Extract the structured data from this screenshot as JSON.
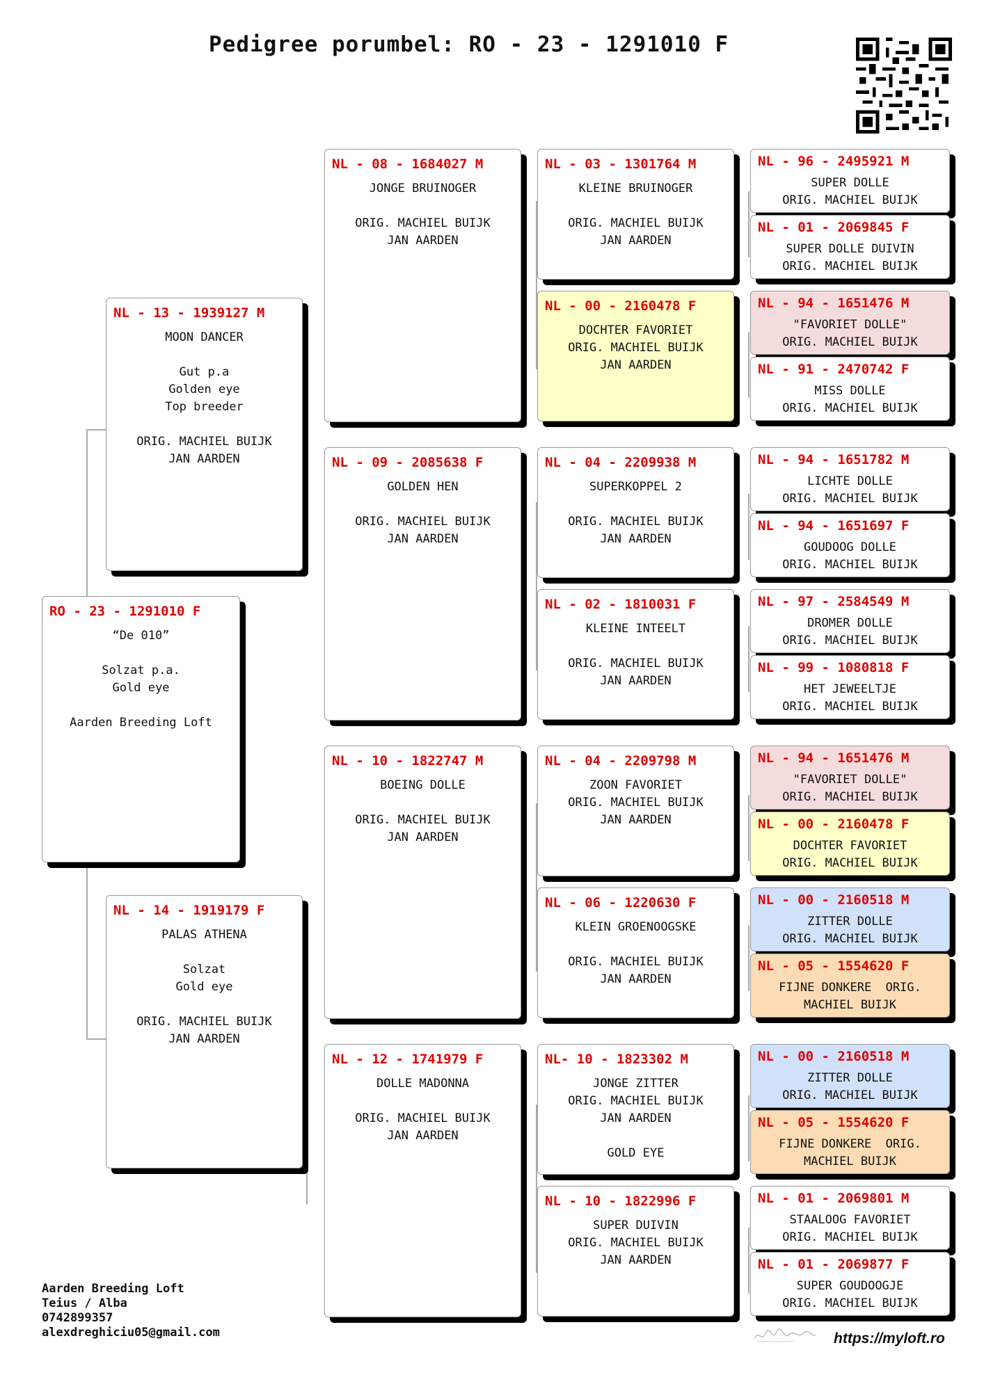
{
  "title": "Pedigree porumbel: RO - 23 - 1291010 F",
  "colors": {
    "ring": "#e00000",
    "yellow": "#ffffc8",
    "pink": "#f5dcdc",
    "blue": "#d2e1fa",
    "orange": "#fcdcb4"
  },
  "pigeons": {
    "g1": {
      "ring": "RO - 23 - 1291010 F",
      "text": "“De 010”\n\nSolzat p.a.\nGold eye\n\nAarden Breeding Loft"
    },
    "g2a": {
      "ring": "NL - 13 - 1939127 M",
      "text": "MOON DANCER\n\nGut p.a\nGolden eye\nTop breeder\n\nORIG. MACHIEL BUIJK\nJAN AARDEN"
    },
    "g2b": {
      "ring": "NL - 14 - 1919179 F",
      "text": "PALAS ATHENA\n\nSolzat\nGold eye\n\nORIG. MACHIEL BUIJK\nJAN AARDEN"
    },
    "g3a": {
      "ring": "NL - 08 - 1684027 M",
      "text": "JONGE BRUINOGER\n\nORIG. MACHIEL BUIJK\nJAN AARDEN"
    },
    "g3b": {
      "ring": "NL - 09 - 2085638 F",
      "text": "GOLDEN HEN\n\nORIG. MACHIEL BUIJK\nJAN AARDEN"
    },
    "g3c": {
      "ring": "NL - 10 - 1822747 M",
      "text": "BOEING DOLLE\n\nORIG. MACHIEL BUIJK\nJAN AARDEN"
    },
    "g3d": {
      "ring": "NL - 12 - 1741979 F",
      "text": "DOLLE MADONNA\n\nORIG. MACHIEL BUIJK\nJAN AARDEN"
    },
    "g4a": {
      "ring": "NL - 03 - 1301764 M",
      "text": "KLEINE BRUINOGER\n\nORIG. MACHIEL BUIJK\nJAN AARDEN"
    },
    "g4b": {
      "ring": "NL - 00 - 2160478 F",
      "text": "DOCHTER FAVORIET\nORIG. MACHIEL BUIJK\nJAN AARDEN"
    },
    "g4c": {
      "ring": "NL - 04 - 2209938 M",
      "text": "SUPERKOPPEL 2\n\nORIG. MACHIEL BUIJK\nJAN AARDEN"
    },
    "g4d": {
      "ring": "NL - 02 - 1810031 F",
      "text": "KLEINE INTEELT\n\nORIG. MACHIEL BUIJK\nJAN AARDEN"
    },
    "g4e": {
      "ring": "NL - 04 - 2209798 M",
      "text": "ZOON FAVORIET\nORIG. MACHIEL BUIJK\nJAN AARDEN"
    },
    "g4f": {
      "ring": "NL - 06 - 1220630 F",
      "text": "KLEIN GROENOOGSKE\n\nORIG. MACHIEL BUIJK\nJAN AARDEN"
    },
    "g4g": {
      "ring": "NL- 10 - 1823302 M",
      "text": "JONGE ZITTER\nORIG. MACHIEL BUIJK\nJAN AARDEN\n\nGOLD EYE"
    },
    "g4h": {
      "ring": "NL - 10 - 1822996 F",
      "text": "SUPER DUIVIN\nORIG. MACHIEL BUIJK\nJAN AARDEN"
    },
    "g5a": {
      "ring": "NL - 96 - 2495921 M",
      "text": "SUPER DOLLE\nORIG. MACHIEL BUIJK"
    },
    "g5b": {
      "ring": "NL - 01 - 2069845 F",
      "text": "SUPER DOLLE DUIVIN\nORIG. MACHIEL BUIJK"
    },
    "g5c": {
      "ring": "NL - 94 - 1651476 M",
      "text": "\"FAVORIET DOLLE\"\nORIG. MACHIEL BUIJK"
    },
    "g5d": {
      "ring": "NL - 91 - 2470742 F",
      "text": "MISS DOLLE\nORIG. MACHIEL BUIJK"
    },
    "g5e": {
      "ring": "NL - 94 - 1651782 M",
      "text": "LICHTE DOLLE\nORIG. MACHIEL BUIJK"
    },
    "g5f": {
      "ring": "NL - 94 - 1651697 F",
      "text": "GOUDOOG DOLLE\nORIG. MACHIEL BUIJK"
    },
    "g5g": {
      "ring": "NL - 97 - 2584549 M",
      "text": "DROMER DOLLE\nORIG. MACHIEL BUIJK"
    },
    "g5h": {
      "ring": "NL - 99 - 1080818 F",
      "text": "HET JEWEELTJE\nORIG. MACHIEL BUIJK"
    },
    "g5i": {
      "ring": "NL - 94 - 1651476 M",
      "text": "\"FAVORIET DOLLE\"\nORIG. MACHIEL BUIJK"
    },
    "g5j": {
      "ring": "NL - 00 - 2160478 F",
      "text": "DOCHTER FAVORIET\nORIG. MACHIEL BUIJK"
    },
    "g5k": {
      "ring": "NL - 00 - 2160518 M",
      "text": "ZITTER DOLLE\nORIG. MACHIEL BUIJK"
    },
    "g5l": {
      "ring": "NL - 05 - 1554620 F",
      "text": "FIJNE DONKERE  ORIG.\nMACHIEL BUIJK"
    },
    "g5m": {
      "ring": "NL - 00 - 2160518 M",
      "text": "ZITTER DOLLE\nORIG. MACHIEL BUIJK"
    },
    "g5n": {
      "ring": "NL - 05 - 1554620 F",
      "text": "FIJNE DONKERE  ORIG.\nMACHIEL BUIJK"
    },
    "g5o": {
      "ring": "NL - 01 - 2069801 M",
      "text": "STAALOOG FAVORIET\nORIG. MACHIEL BUIJK"
    },
    "g5p": {
      "ring": "NL - 01 - 2069877 F",
      "text": "SUPER GOUDOOGJE\nORIG. MACHIEL BUIJK"
    }
  },
  "footer": {
    "name": "Aarden Breeding Loft",
    "location": "Teius / Alba",
    "phone": "0742899357",
    "email": "alexdreghiciu05@gmail.com"
  },
  "site": "https://myloft.ro"
}
